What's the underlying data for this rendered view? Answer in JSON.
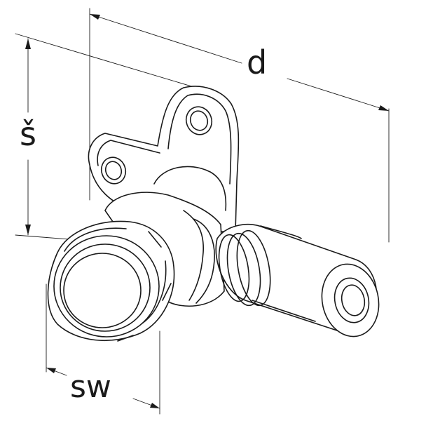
{
  "dimensions": {
    "d": "d",
    "s": "š",
    "sw": "sw"
  },
  "colors": {
    "line": "#1a1a1a",
    "background": "#ffffff"
  }
}
